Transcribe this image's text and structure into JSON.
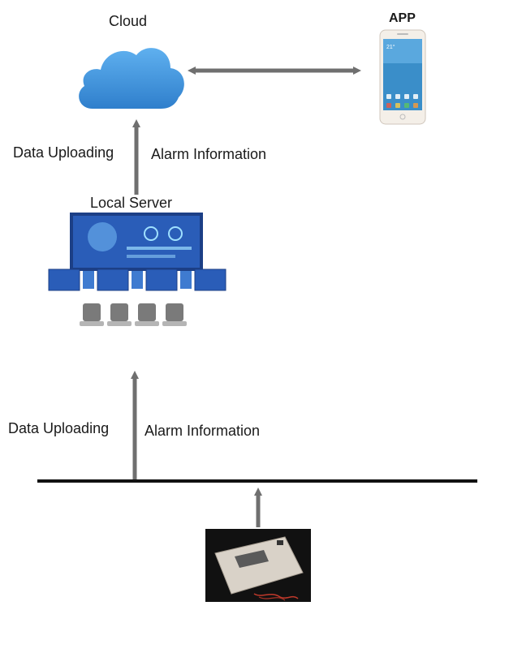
{
  "nodes": {
    "cloud": {
      "label": "Cloud"
    },
    "app": {
      "label": "APP",
      "phone": {
        "time": "21°",
        "sub": ""
      }
    },
    "local_server": {
      "label": "Local Server"
    },
    "device": {
      "label": ""
    }
  },
  "edges": {
    "upper": {
      "left_label": "Data Uploading",
      "right_label": "Alarm Information"
    },
    "lower": {
      "left_label": "Data Uploading",
      "right_label": "Alarm Information"
    }
  },
  "colors": {
    "arrow": "#6f6f6f",
    "bus": "#111111",
    "cloud": "#3b8fd6"
  }
}
